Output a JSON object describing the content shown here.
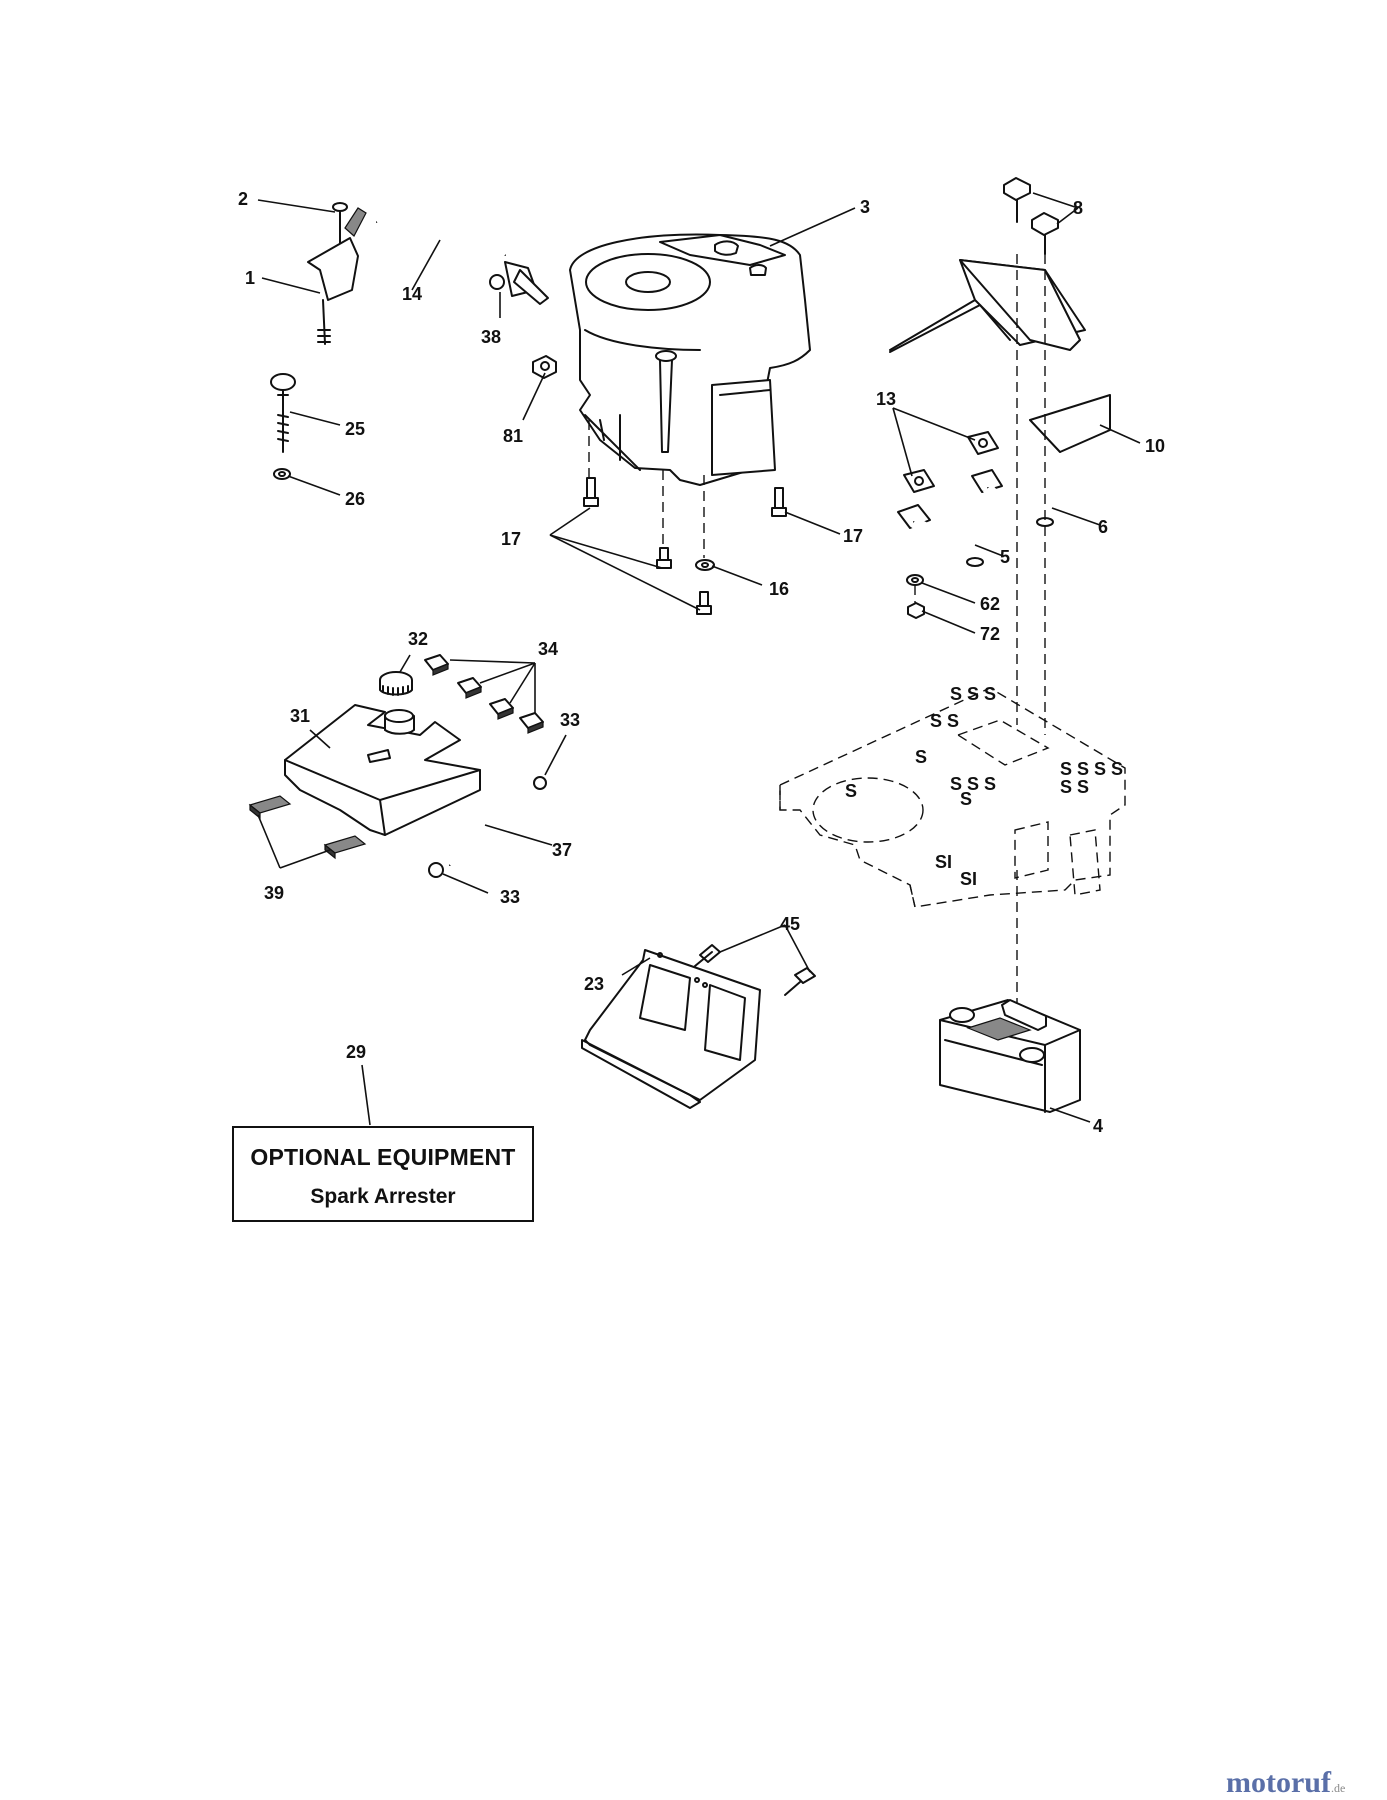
{
  "callouts": {
    "c1": "1",
    "c2": "2",
    "c3": "3",
    "c4": "4",
    "c5": "5",
    "c6": "6",
    "c8": "8",
    "c10": "10",
    "c13": "13",
    "c14": "14",
    "c16": "16",
    "c17a": "17",
    "c17b": "17",
    "c23": "23",
    "c25": "25",
    "c26": "26",
    "c29": "29",
    "c31": "31",
    "c32": "32",
    "c33a": "33",
    "c33b": "33",
    "c34": "34",
    "c37": "37",
    "c38": "38",
    "c39": "39",
    "c45": "45",
    "c62": "62",
    "c72": "72",
    "c81": "81"
  },
  "optional_box": {
    "title": "OPTIONAL EQUIPMENT",
    "subtitle": "Spark Arrester"
  },
  "watermark": {
    "main": "motoruf",
    "tld": ".de"
  },
  "colors": {
    "line": "#111111",
    "watermark": "#5a6fa8"
  }
}
